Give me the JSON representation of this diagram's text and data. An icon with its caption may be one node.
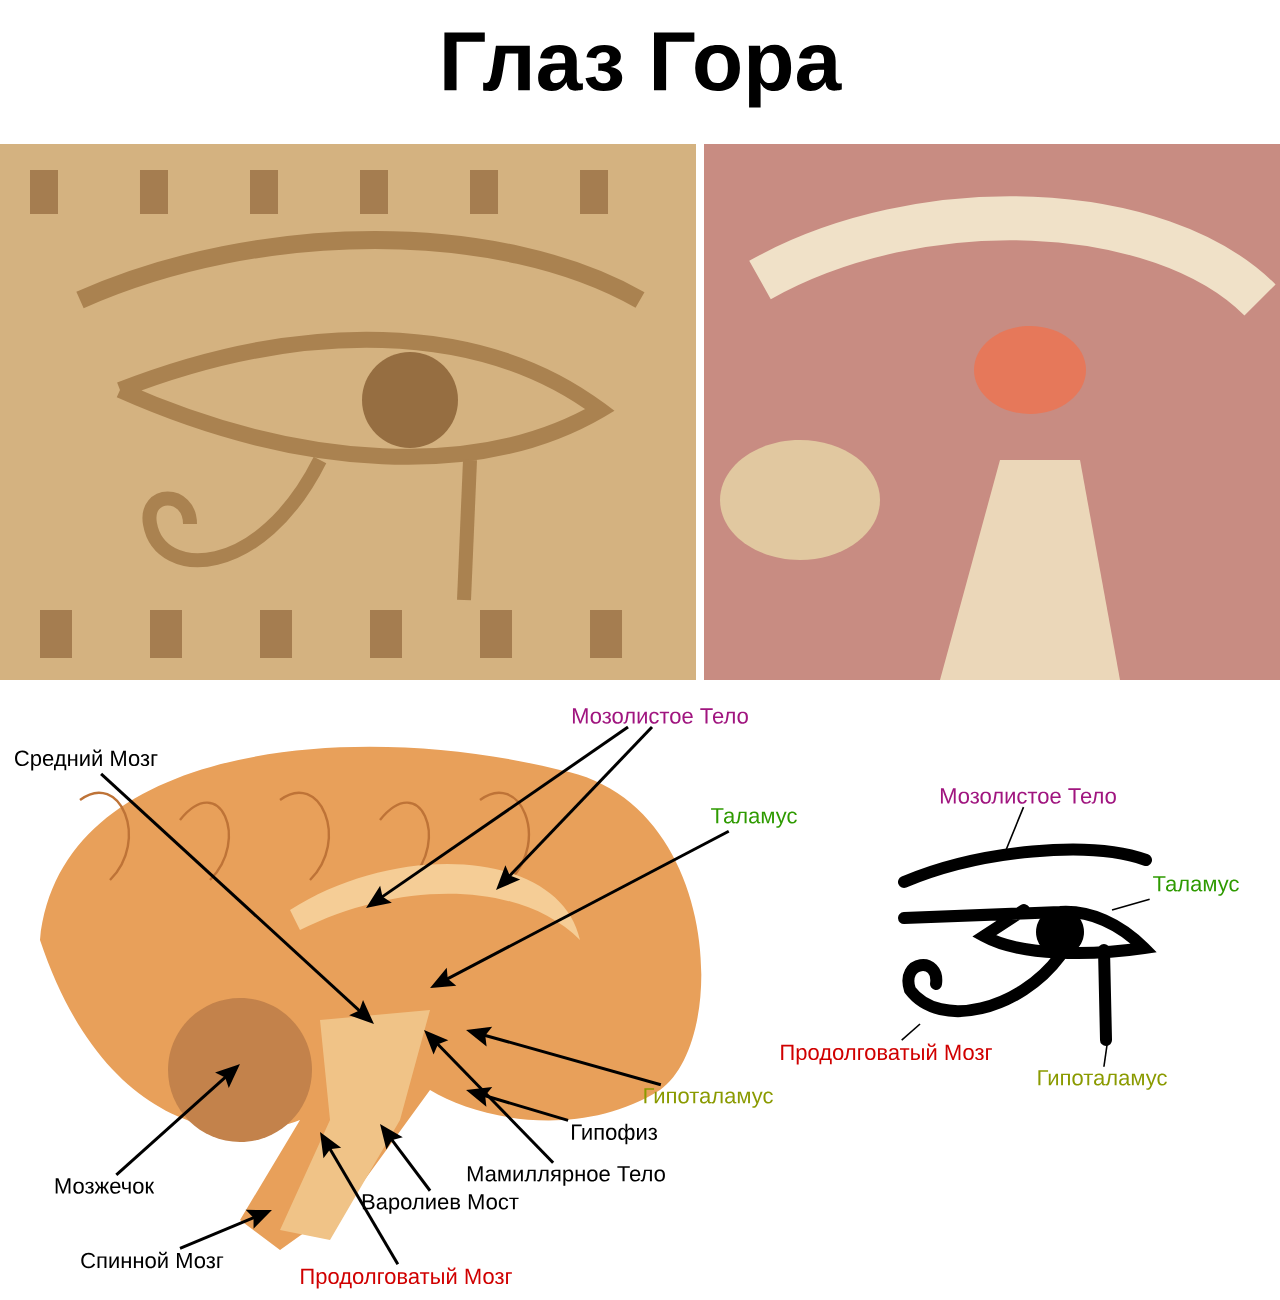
{
  "diagram": {
    "title": "Глаз Гора",
    "nodes": [
      {
        "text": [
          "Мозолистое Тело"
        ]
      },
      {
        "text": [
          "Средний Мозг"
        ]
      },
      {
        "text": [
          "Таламус"
        ]
      },
      {
        "text": [
          "Мозжечок"
        ]
      },
      {
        "text": [
          "Гипоталамус"
        ]
      },
      {
        "text": [
          "Гипофиз"
        ]
      },
      {
        "text": [
          "Мамиллярное Тело"
        ]
      },
      {
        "text": [
          "Варолиев Мост"
        ]
      },
      {
        "text": [
          "Спинной Мозг"
        ]
      },
      {
        "text": [
          "Продолговатый Мозг"
        ]
      },
      {
        "text": [
          "Мозолистое Тело"
        ]
      },
      {
        "text": [
          "Таламус"
        ]
      },
      {
        "text": [
          "Продолговатый Мозг"
        ]
      },
      {
        "text": [
          "Гипоталамус"
        ]
      },
      {
        "text": [],
        "shape": "band"
      }
    ],
    "edges": [
      {
        "from": 0,
        "to": 14,
        "arrow": "to"
      },
      {
        "from": 0,
        "to": 14,
        "arrow": "to"
      },
      {
        "from": 1,
        "to": null,
        "arrow": "to"
      },
      {
        "from": 2,
        "to": null,
        "arrow": "to"
      },
      {
        "from": 3,
        "to": null,
        "arrow": "to"
      },
      {
        "from": 4,
        "to": null,
        "arrow": "to"
      },
      {
        "from": 5,
        "to": null,
        "arrow": "to"
      },
      {
        "from": 6,
        "to": null,
        "arrow": "to"
      },
      {
        "from": 7,
        "to": null,
        "arrow": "to"
      },
      {
        "from": 8,
        "to": null,
        "arrow": "to"
      },
      {
        "from": 9,
        "to": null,
        "arrow": "to"
      },
      {
        "from": 10,
        "to": null,
        "arrow": "none"
      },
      {
        "from": 11,
        "to": null,
        "arrow": "none"
      },
      {
        "from": 12,
        "to": null,
        "arrow": "none"
      },
      {
        "from": 13,
        "to": null,
        "arrow": "none"
      }
    ]
  }
}
